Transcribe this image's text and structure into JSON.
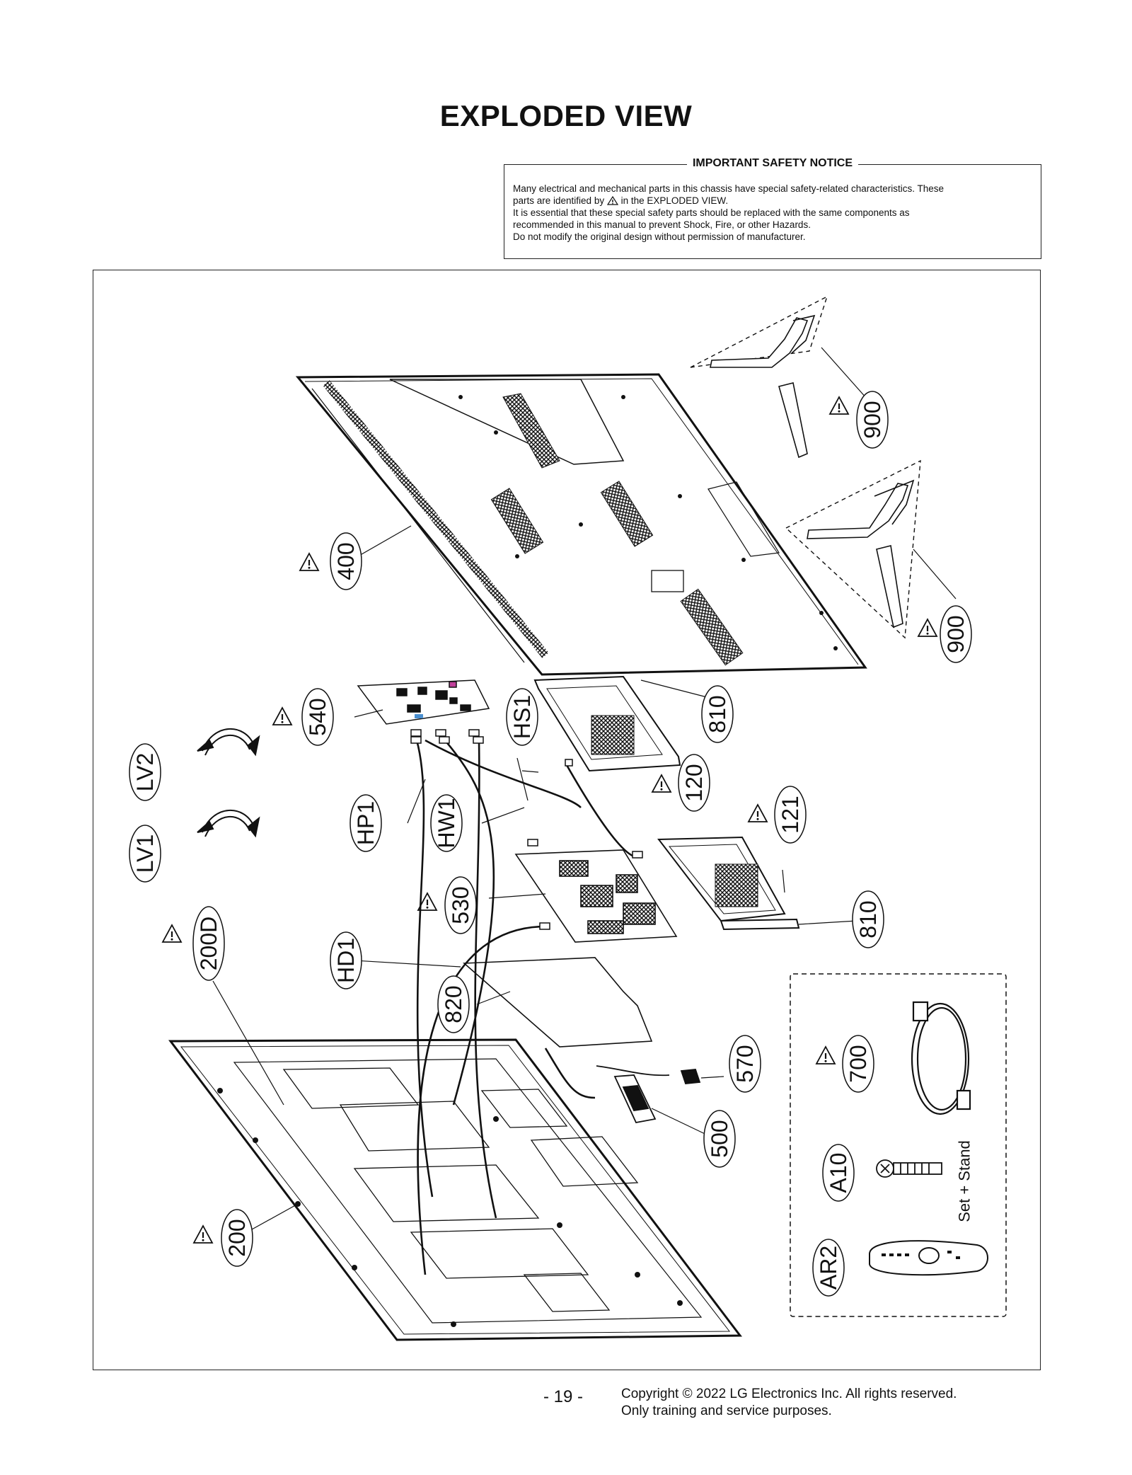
{
  "page": {
    "title": "EXPLODED VIEW",
    "page_number": "- 19 -",
    "copyright_line1": "Copyright © 2022 LG Electronics Inc. All rights reserved.",
    "copyright_line2": "Only training and service purposes."
  },
  "safety_notice": {
    "heading": "IMPORTANT SAFETY NOTICE",
    "line1": "Many electrical and mechanical parts in this chassis have special safety-related characteristics. These",
    "line2_before": "parts are identified by",
    "line2_after": "in the EXPLODED VIEW.",
    "line3": "It is essential that these special safety parts should be replaced with the same components as",
    "line4": "recommended in this manual to prevent Shock, Fire, or other Hazards.",
    "line5": "Do not modify the original design without permission of manufacturer."
  },
  "parts": {
    "p900a": "900",
    "p900b": "900",
    "p400": "400",
    "p540": "540",
    "pHS1": "HS1",
    "p810a": "810",
    "p120": "120",
    "p121": "121",
    "p810b": "810",
    "pLV2": "LV2",
    "pLV1": "LV1",
    "pHP1": "HP1",
    "pHW1": "HW1",
    "p530": "530",
    "p200D": "200D",
    "pHD1": "HD1",
    "p820": "820",
    "p570": "570",
    "p500": "500",
    "p700": "700",
    "pA10": "A10",
    "pAR2": "AR2",
    "p200": "200"
  },
  "accessory_note": "Set + Stand",
  "colors": {
    "line": "#111111",
    "accent_chip": "#c0409a",
    "bg": "#ffffff"
  }
}
